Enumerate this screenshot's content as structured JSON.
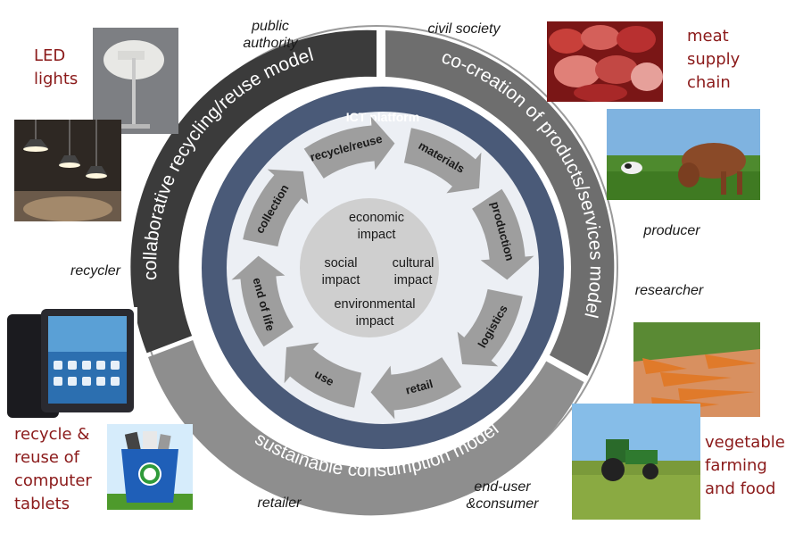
{
  "colors": {
    "band_dark": "#3b3b3b",
    "band_mid": "#6e6e6e",
    "band_light": "#8e8e8e",
    "ict_ring": "#4a5a78",
    "cycle_arrow": "#9e9e9e",
    "core": "#cfcfcf",
    "caption_red": "#8b1a1a"
  },
  "bands": {
    "recycling": "collaborative recycling/reuse model",
    "cocreation": "co-creation of products/services model",
    "consumption": "sustainable consumption model"
  },
  "ict_platform": "ICT platform",
  "cycle": [
    {
      "label": "recycle/reuse",
      "icon": "arrow-icon"
    },
    {
      "label": "materials",
      "icon": "arrow-icon"
    },
    {
      "label": "production",
      "icon": "arrow-icon"
    },
    {
      "label": "logistics",
      "icon": "arrow-icon"
    },
    {
      "label": "retail",
      "icon": "arrow-icon"
    },
    {
      "label": "use",
      "icon": "arrow-icon"
    },
    {
      "label": "end of life",
      "icon": "arrow-icon"
    },
    {
      "label": "collection",
      "icon": "arrow-icon"
    }
  ],
  "center": {
    "economic_1": "economic",
    "economic_2": "impact",
    "social_1": "social",
    "social_2": "impact",
    "cultural_1": "cultural",
    "cultural_2": "impact",
    "environmental_1": "environmental",
    "environmental_2": "impact"
  },
  "stakeholders": {
    "public_1": "public",
    "public_2": "authority",
    "civil": "civil society",
    "producer": "producer",
    "researcher": "researcher",
    "recycler": "recycler",
    "retailer": "retailer",
    "enduser_1": "end-user",
    "enduser_2": "&consumer"
  },
  "captions": {
    "led_1": "LED",
    "led_2": "lights",
    "meat_1": "meat",
    "meat_2": "supply",
    "meat_3": "chain",
    "tablets_1": "recycle &",
    "tablets_2": "reuse of",
    "tablets_3": "computer",
    "tablets_4": "tablets",
    "veg_1": "vegetable",
    "veg_2": "farming",
    "veg_3": "and food"
  },
  "photos": {
    "led_lamp": "lamp-photo",
    "led_pendants": "pendant-lights-photo",
    "meat": "meat-photo",
    "cow": "cow-pasture-photo",
    "tablet": "tablet-photo",
    "recycle_bin": "recycle-bin-photo",
    "carrots": "carrots-photo",
    "tractor": "tractor-field-photo"
  }
}
